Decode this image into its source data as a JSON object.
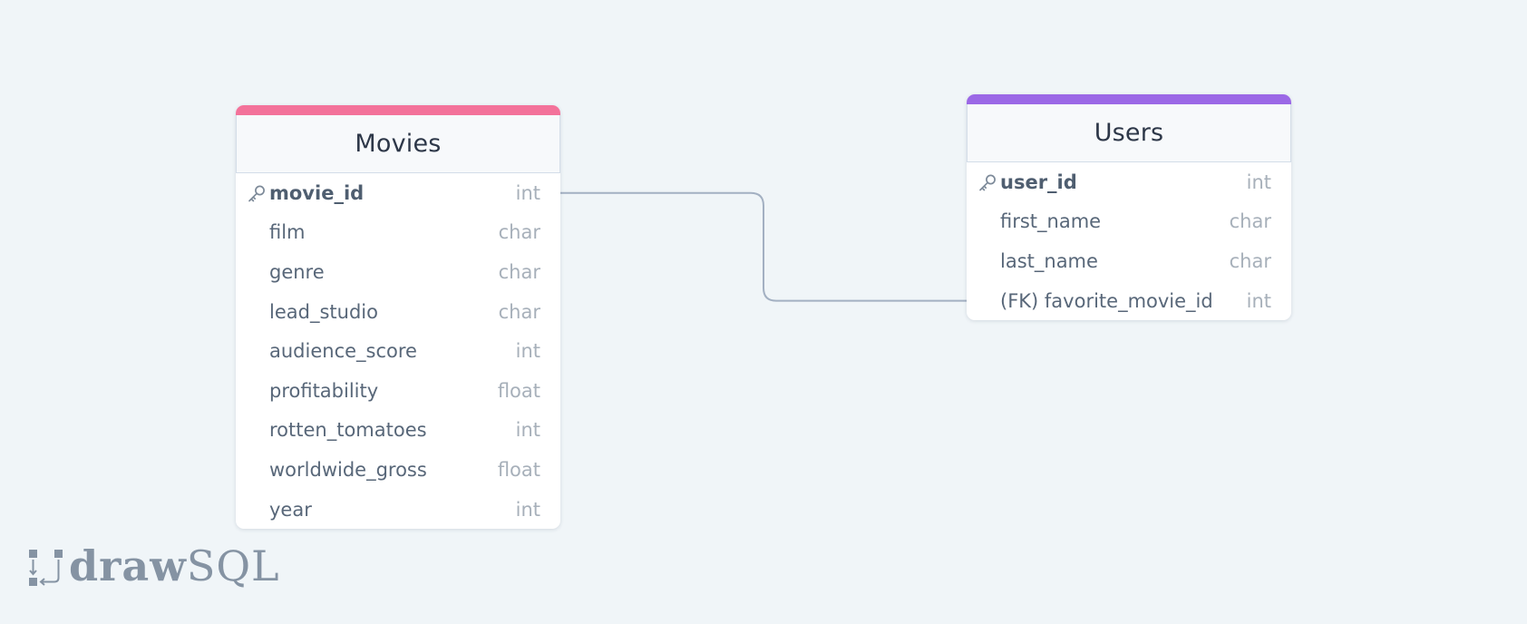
{
  "tables": [
    {
      "name": "Movies",
      "accent_color": "#f3729a",
      "columns": [
        {
          "name": "movie_id",
          "type": "int",
          "primary_key": true
        },
        {
          "name": "film",
          "type": "char",
          "primary_key": false
        },
        {
          "name": "genre",
          "type": "char",
          "primary_key": false
        },
        {
          "name": "lead_studio",
          "type": "char",
          "primary_key": false
        },
        {
          "name": "audience_score",
          "type": "int",
          "primary_key": false
        },
        {
          "name": "profitability",
          "type": "float",
          "primary_key": false
        },
        {
          "name": "rotten_tomatoes",
          "type": "int",
          "primary_key": false
        },
        {
          "name": "worldwide_gross",
          "type": "float",
          "primary_key": false
        },
        {
          "name": "year",
          "type": "int",
          "primary_key": false
        }
      ]
    },
    {
      "name": "Users",
      "accent_color": "#9b68e6",
      "columns": [
        {
          "name": "user_id",
          "type": "int",
          "primary_key": true
        },
        {
          "name": "first_name",
          "type": "char",
          "primary_key": false
        },
        {
          "name": "last_name",
          "type": "char",
          "primary_key": false
        },
        {
          "name": "(FK) favorite_movie_id",
          "type": "int",
          "primary_key": false
        }
      ]
    }
  ],
  "relations": [
    {
      "from": "Movies.movie_id",
      "to": "Users.(FK) favorite_movie_id"
    }
  ],
  "icons": {
    "primary_key": "key-icon",
    "logo": "drawsql-logo-icon"
  },
  "colors": {
    "background": "#f0f5f8",
    "relation_line": "#a3b0c2"
  },
  "logo": {
    "part1": "draw",
    "part2": "SQL"
  }
}
